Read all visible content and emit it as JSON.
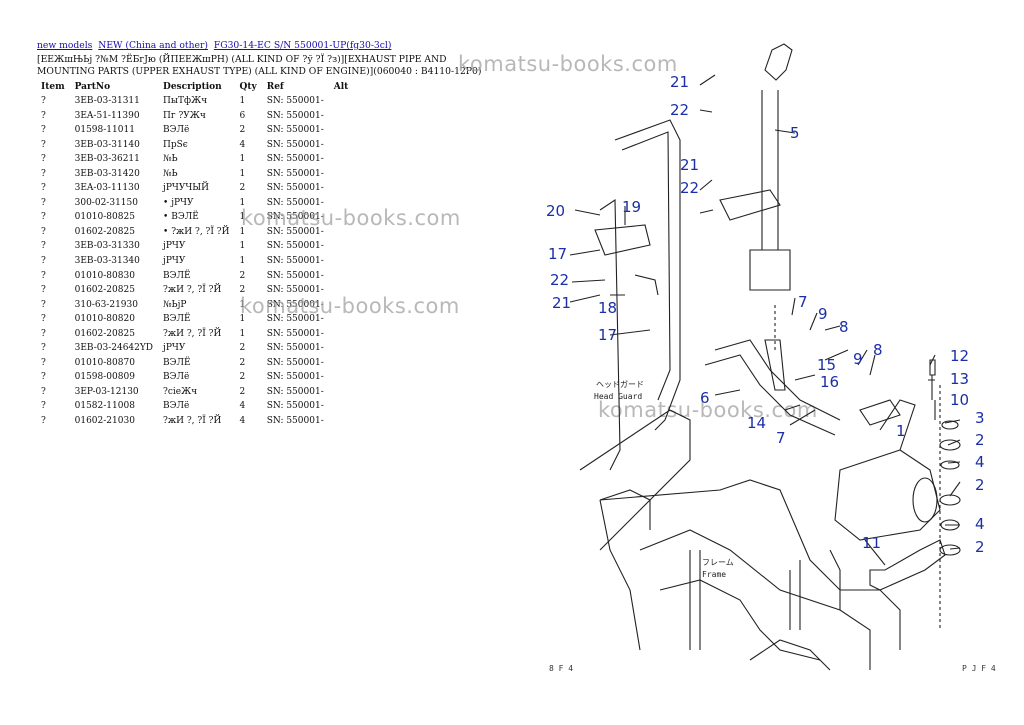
{
  "breadcrumbs": [
    "new models",
    "NEW (China and other)",
    "FG30-14-EC S/N 550001-UP(fg30-3cl)"
  ],
  "heading": "[ЕЕЖшЊЬј ?№М ?ЁБгЈю (ЙПЕЕЖшРН) (ALL KIND OF ?ў ?Ї ?з)][EXHAUST PIPE AND MOUNTING PARTS (UPPER EXHAUST TYPE) (ALL KIND OF ENGINE)](060040 : B4110-12P0)",
  "table": {
    "headers": [
      "Item",
      "PartNo",
      "Description",
      "Qty",
      "Ref",
      "Alt"
    ],
    "rows": [
      [
        "?",
        "3EB-03-31311",
        "ПыТфЖч",
        "1",
        "SN: 550001-",
        ""
      ],
      [
        "?",
        "3EA-51-11390",
        "Пг ?УЖч",
        "6",
        "SN: 550001-",
        ""
      ],
      [
        "?",
        "01598-11011",
        "ВЭЛё",
        "2",
        "SN: 550001-",
        ""
      ],
      [
        "?",
        "3EB-03-31140",
        "ПрSє",
        "4",
        "SN: 550001-",
        ""
      ],
      [
        "?",
        "3EB-03-36211",
        "№Ь",
        "1",
        "SN: 550001-",
        ""
      ],
      [
        "?",
        "3EB-03-31420",
        "№Ь",
        "1",
        "SN: 550001-",
        ""
      ],
      [
        "?",
        "3EA-03-11130",
        "јРЧУЧЫЙ",
        "2",
        "SN: 550001-",
        ""
      ],
      [
        "?",
        "300-02-31150",
        "• јРЧУ",
        "1",
        "SN: 550001-",
        ""
      ],
      [
        "?",
        "01010-80825",
        "• ВЭЛЁ",
        "1",
        "SN: 550001-",
        ""
      ],
      [
        "?",
        "01602-20825",
        "• ?жИ ?, ?Ї ?Й",
        "1",
        "SN: 550001-",
        ""
      ],
      [
        "?",
        "3EB-03-31330",
        "јРЧУ",
        "1",
        "SN: 550001-",
        ""
      ],
      [
        "?",
        "3EB-03-31340",
        "јРЧУ",
        "1",
        "SN: 550001-",
        ""
      ],
      [
        "?",
        "01010-80830",
        "ВЭЛЁ",
        "2",
        "SN: 550001-",
        ""
      ],
      [
        "?",
        "01602-20825",
        "?жИ ?, ?Ї ?Й",
        "2",
        "SN: 550001-",
        ""
      ],
      [
        "?",
        "310-63-21930",
        "№ЬјР",
        "1",
        "SN: 550001-",
        ""
      ],
      [
        "?",
        "01010-80820",
        "ВЭЛЁ",
        "1",
        "SN: 550001-",
        ""
      ],
      [
        "?",
        "01602-20825",
        "?жИ ?, ?Ї ?Й",
        "1",
        "SN: 550001-",
        ""
      ],
      [
        "?",
        "3EB-03-24642YD",
        "јРЧУ",
        "2",
        "SN: 550001-",
        ""
      ],
      [
        "?",
        "01010-80870",
        "ВЭЛЁ",
        "2",
        "SN: 550001-",
        ""
      ],
      [
        "?",
        "01598-00809",
        "ВЭЛё",
        "2",
        "SN: 550001-",
        ""
      ],
      [
        "?",
        "3EP-03-12130",
        "?сіеЖч",
        "2",
        "SN: 550001-",
        ""
      ],
      [
        "?",
        "01582-11008",
        "ВЭЛё",
        "4",
        "SN: 550001-",
        ""
      ],
      [
        "?",
        "01602-21030",
        "?жИ ?, ?Ї ?Й",
        "4",
        "SN: 550001-",
        ""
      ]
    ]
  },
  "watermark": "komatsu-books.com",
  "drawing": {
    "callouts": [
      "21",
      "22",
      "5",
      "21",
      "22",
      "20",
      "19",
      "17",
      "22",
      "21",
      "18",
      "17",
      "7",
      "9",
      "8",
      "6",
      "15",
      "16",
      "9",
      "8",
      "12",
      "13",
      "10",
      "14",
      "7",
      "3",
      "2",
      "4",
      "2",
      "1",
      "4",
      "11",
      "2"
    ],
    "labels_jp": [
      "ヘッドガード",
      "フレーム"
    ],
    "labels_en": [
      "Head Guard",
      "Frame"
    ],
    "footer_left": "8 F 4",
    "footer_right": "P J F 4"
  },
  "colors": {
    "callout": "#1a2fa8",
    "link": "#1a0dab",
    "watermark": "#a0a0a0"
  }
}
